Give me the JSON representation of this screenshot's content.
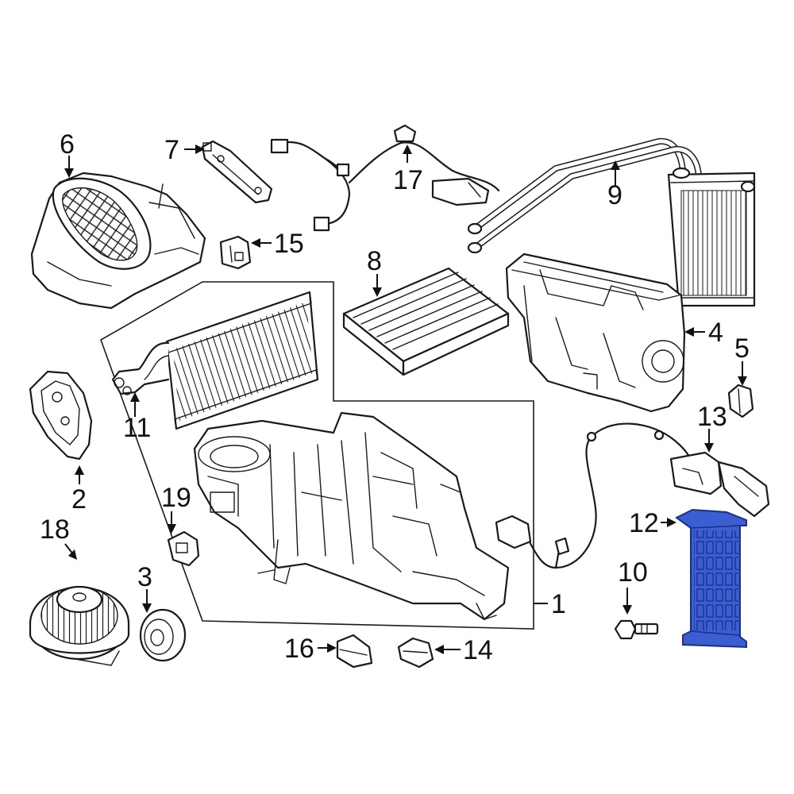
{
  "colors": {
    "line": "#1a1a1a",
    "background": "#ffffff",
    "highlight_fill": "#3b5fd0",
    "highlight_stroke": "#1b2f8a"
  },
  "highlighted_part": "12",
  "callouts": [
    {
      "id": "1",
      "label": "1"
    },
    {
      "id": "2",
      "label": "2"
    },
    {
      "id": "3",
      "label": "3"
    },
    {
      "id": "4",
      "label": "4"
    },
    {
      "id": "5",
      "label": "5"
    },
    {
      "id": "6",
      "label": "6"
    },
    {
      "id": "7",
      "label": "7"
    },
    {
      "id": "8",
      "label": "8"
    },
    {
      "id": "9",
      "label": "9"
    },
    {
      "id": "10",
      "label": "10"
    },
    {
      "id": "11",
      "label": "11"
    },
    {
      "id": "12",
      "label": "12"
    },
    {
      "id": "13",
      "label": "13"
    },
    {
      "id": "14",
      "label": "14"
    },
    {
      "id": "15",
      "label": "15"
    },
    {
      "id": "16",
      "label": "16"
    },
    {
      "id": "17",
      "label": "17"
    },
    {
      "id": "18",
      "label": "18"
    },
    {
      "id": "19",
      "label": "19"
    }
  ]
}
